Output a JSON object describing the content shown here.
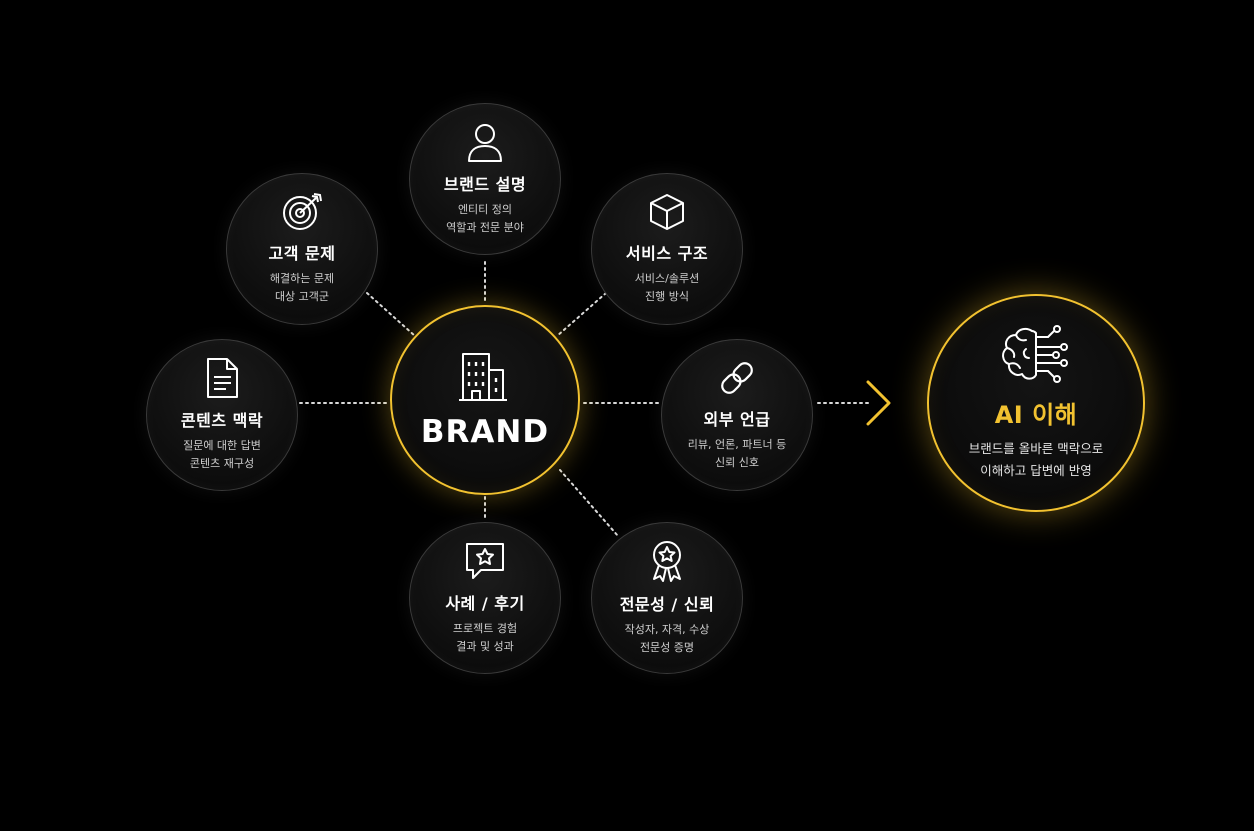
{
  "center": {
    "label": "BRAND",
    "icon": "building-icon"
  },
  "nodes": [
    {
      "id": "brand-description",
      "title": "브랜드 설명",
      "lines": [
        "엔티티 정의",
        "역할과 전문 분야"
      ],
      "icon": "person-icon"
    },
    {
      "id": "customer-problem",
      "title": "고객 문제",
      "lines": [
        "해결하는 문제",
        "대상 고객군"
      ],
      "icon": "target-icon"
    },
    {
      "id": "service-structure",
      "title": "서비스 구조",
      "lines": [
        "서비스/솔루션",
        "진행 방식"
      ],
      "icon": "cube-icon"
    },
    {
      "id": "content-context",
      "title": "콘텐츠 맥락",
      "lines": [
        "질문에 대한 답변",
        "콘텐츠 재구성"
      ],
      "icon": "document-icon"
    },
    {
      "id": "external-mention",
      "title": "외부 언급",
      "lines": [
        "리뷰, 언론, 파트너 등",
        "신뢰 신호"
      ],
      "icon": "link-icon"
    },
    {
      "id": "cases-reviews",
      "title": "사례 / 후기",
      "lines": [
        "프로젝트 경험",
        "결과 및 성과"
      ],
      "icon": "star-chat-icon"
    },
    {
      "id": "expertise-trust",
      "title": "전문성 / 신뢰",
      "lines": [
        "작성자, 자격, 수상",
        "전문성 증명"
      ],
      "icon": "award-icon"
    }
  ],
  "result": {
    "title": "AI 이해",
    "lines": [
      "브랜드를 올바른 맥락으로",
      "이해하고 답변에 반영"
    ],
    "icon": "ai-brain-icon"
  },
  "colors": {
    "accent": "#f2c230",
    "background": "#000000",
    "connector": "#d9d9d9"
  }
}
